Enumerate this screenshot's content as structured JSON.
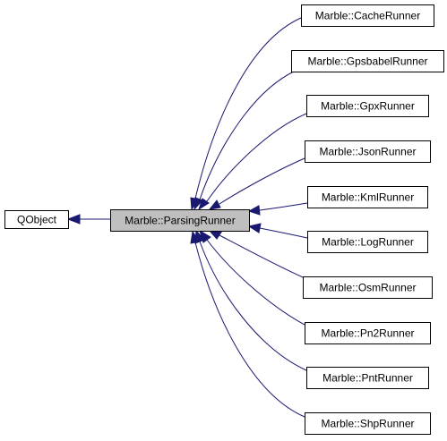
{
  "nodes": {
    "qobject": "QObject",
    "parsing_runner": "Marble::ParsingRunner",
    "subclasses": [
      "Marble::CacheRunner",
      "Marble::GpsbabelRunner",
      "Marble::GpxRunner",
      "Marble::JsonRunner",
      "Marble::KmlRunner",
      "Marble::LogRunner",
      "Marble::OsmRunner",
      "Marble::Pn2Runner",
      "Marble::PntRunner",
      "Marble::ShpRunner"
    ]
  },
  "colors": {
    "edge": "#191970",
    "highlight_fill": "#bfbfbf",
    "node_fill": "#ffffff",
    "node_border": "#000000"
  }
}
